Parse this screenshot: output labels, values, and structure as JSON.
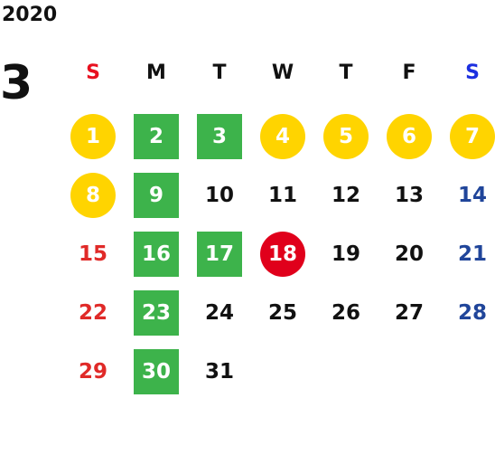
{
  "calendar": {
    "year": "2020",
    "month": "3",
    "weekdays": [
      {
        "label": "S",
        "kind": "sun"
      },
      {
        "label": "M",
        "kind": "weekday"
      },
      {
        "label": "T",
        "kind": "weekday"
      },
      {
        "label": "W",
        "kind": "weekday"
      },
      {
        "label": "T",
        "kind": "weekday"
      },
      {
        "label": "F",
        "kind": "weekday"
      },
      {
        "label": "S",
        "kind": "sat"
      }
    ],
    "colors": {
      "sunday_header": "#e8101f",
      "saturday_header": "#1c2fe0",
      "sunday_number": "#e02a28",
      "saturday_number": "#20459a",
      "highlight_yellow": "#ffd400",
      "highlight_green": "#3db34b",
      "highlight_red": "#e0001b"
    },
    "weeks": [
      [
        {
          "day": "1",
          "highlight": "circle-yellow"
        },
        {
          "day": "2",
          "highlight": "square-green"
        },
        {
          "day": "3",
          "highlight": "square-green"
        },
        {
          "day": "4",
          "highlight": "circle-yellow"
        },
        {
          "day": "5",
          "highlight": "circle-yellow"
        },
        {
          "day": "6",
          "highlight": "circle-yellow"
        },
        {
          "day": "7",
          "highlight": "circle-yellow"
        }
      ],
      [
        {
          "day": "8",
          "highlight": "circle-yellow"
        },
        {
          "day": "9",
          "highlight": "square-green"
        },
        {
          "day": "10",
          "highlight": "none"
        },
        {
          "day": "11",
          "highlight": "none"
        },
        {
          "day": "12",
          "highlight": "none"
        },
        {
          "day": "13",
          "highlight": "none"
        },
        {
          "day": "14",
          "highlight": "none"
        }
      ],
      [
        {
          "day": "15",
          "highlight": "none"
        },
        {
          "day": "16",
          "highlight": "square-green"
        },
        {
          "day": "17",
          "highlight": "square-green"
        },
        {
          "day": "18",
          "highlight": "circle-red"
        },
        {
          "day": "19",
          "highlight": "none"
        },
        {
          "day": "20",
          "highlight": "none"
        },
        {
          "day": "21",
          "highlight": "none"
        }
      ],
      [
        {
          "day": "22",
          "highlight": "none"
        },
        {
          "day": "23",
          "highlight": "square-green"
        },
        {
          "day": "24",
          "highlight": "none"
        },
        {
          "day": "25",
          "highlight": "none"
        },
        {
          "day": "26",
          "highlight": "none"
        },
        {
          "day": "27",
          "highlight": "none"
        },
        {
          "day": "28",
          "highlight": "none"
        }
      ],
      [
        {
          "day": "29",
          "highlight": "none"
        },
        {
          "day": "30",
          "highlight": "square-green"
        },
        {
          "day": "31",
          "highlight": "none"
        },
        {
          "day": "",
          "highlight": "none"
        },
        {
          "day": "",
          "highlight": "none"
        },
        {
          "day": "",
          "highlight": "none"
        },
        {
          "day": "",
          "highlight": "none"
        }
      ]
    ]
  }
}
